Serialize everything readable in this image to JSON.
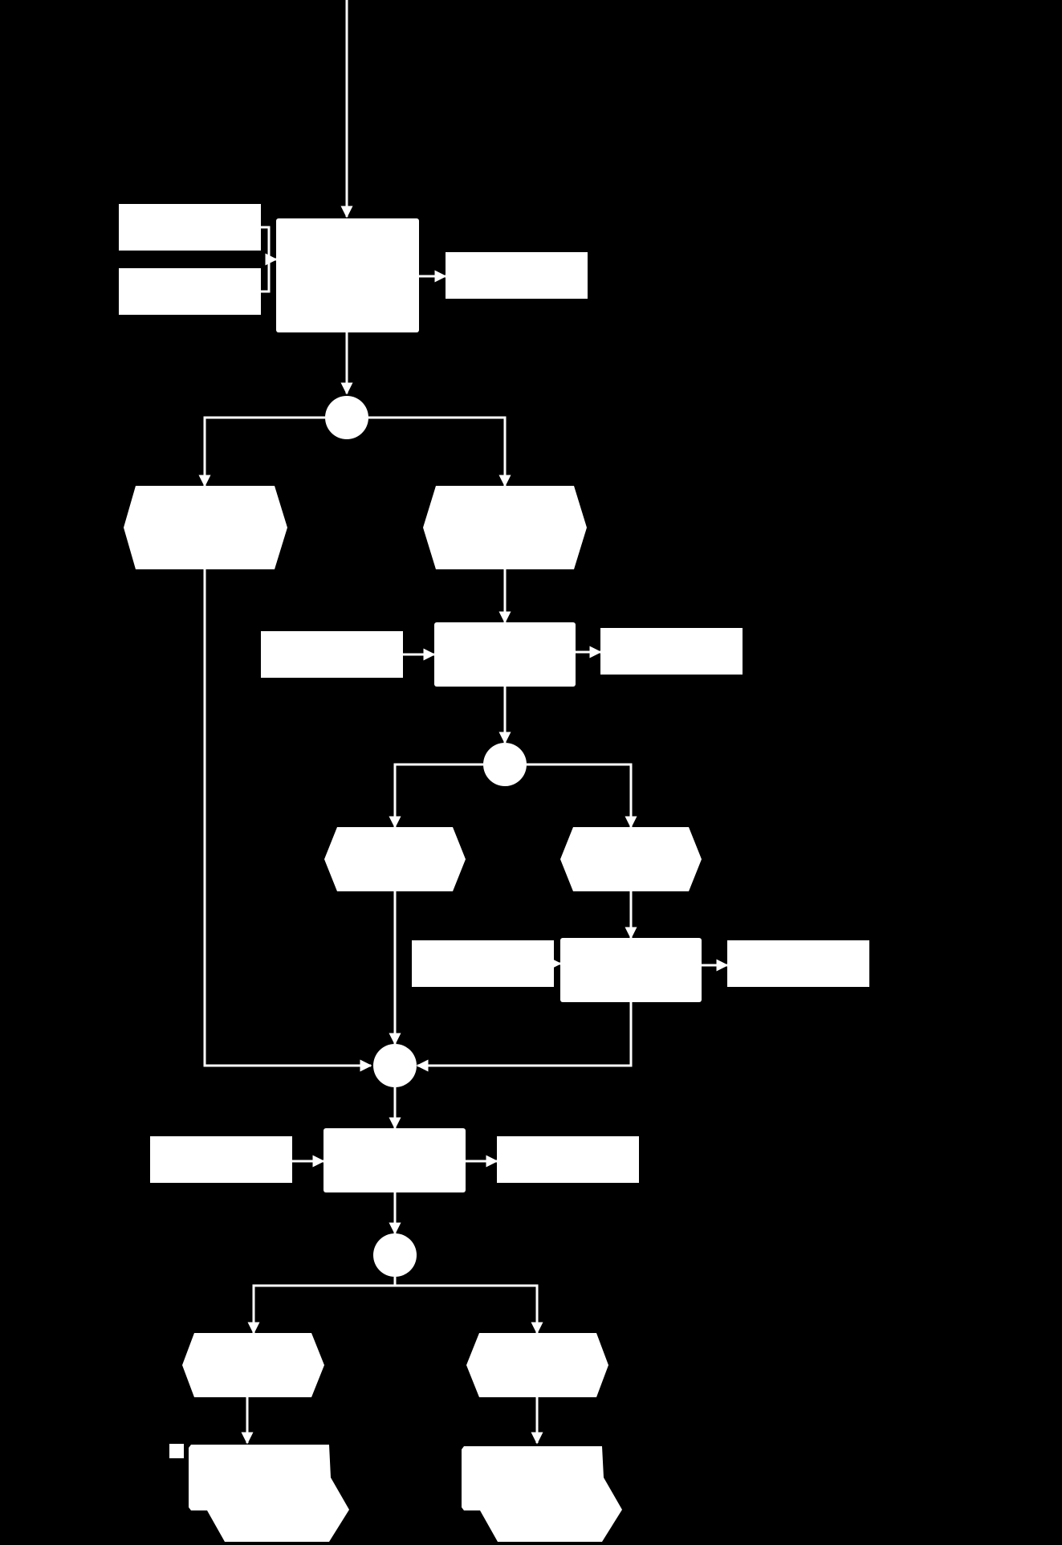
{
  "diagram": {
    "background_color": "#000000",
    "line_color": "#ffffff",
    "shape_fill": "#ffffff",
    "note": "",
    "nodes": {
      "start_line": {
        "kind": "connector-start"
      },
      "input_a1": {
        "kind": "data-box",
        "label": ""
      },
      "input_a2": {
        "kind": "data-box",
        "label": ""
      },
      "function_1": {
        "kind": "function",
        "label": ""
      },
      "output_1": {
        "kind": "data-box",
        "label": ""
      },
      "xor_1": {
        "kind": "connector"
      },
      "event_1a": {
        "kind": "event",
        "label": ""
      },
      "event_1b": {
        "kind": "event",
        "label": ""
      },
      "input_b": {
        "kind": "data-box",
        "label": ""
      },
      "function_2": {
        "kind": "function",
        "label": ""
      },
      "output_2": {
        "kind": "data-box",
        "label": ""
      },
      "xor_2": {
        "kind": "connector"
      },
      "event_2a": {
        "kind": "event",
        "label": ""
      },
      "event_2b": {
        "kind": "event",
        "label": ""
      },
      "input_c": {
        "kind": "data-box",
        "label": ""
      },
      "function_3": {
        "kind": "function",
        "label": ""
      },
      "output_3": {
        "kind": "data-box",
        "label": ""
      },
      "xor_3": {
        "kind": "connector"
      },
      "input_d": {
        "kind": "data-box",
        "label": ""
      },
      "function_4": {
        "kind": "function",
        "label": ""
      },
      "output_4": {
        "kind": "data-box",
        "label": ""
      },
      "xor_4": {
        "kind": "connector"
      },
      "event_4a": {
        "kind": "event",
        "label": ""
      },
      "event_4b": {
        "kind": "event",
        "label": ""
      },
      "end_a": {
        "kind": "process-path",
        "label": ""
      },
      "end_b": {
        "kind": "process-path",
        "label": ""
      },
      "marker": {
        "kind": "marker"
      }
    }
  }
}
